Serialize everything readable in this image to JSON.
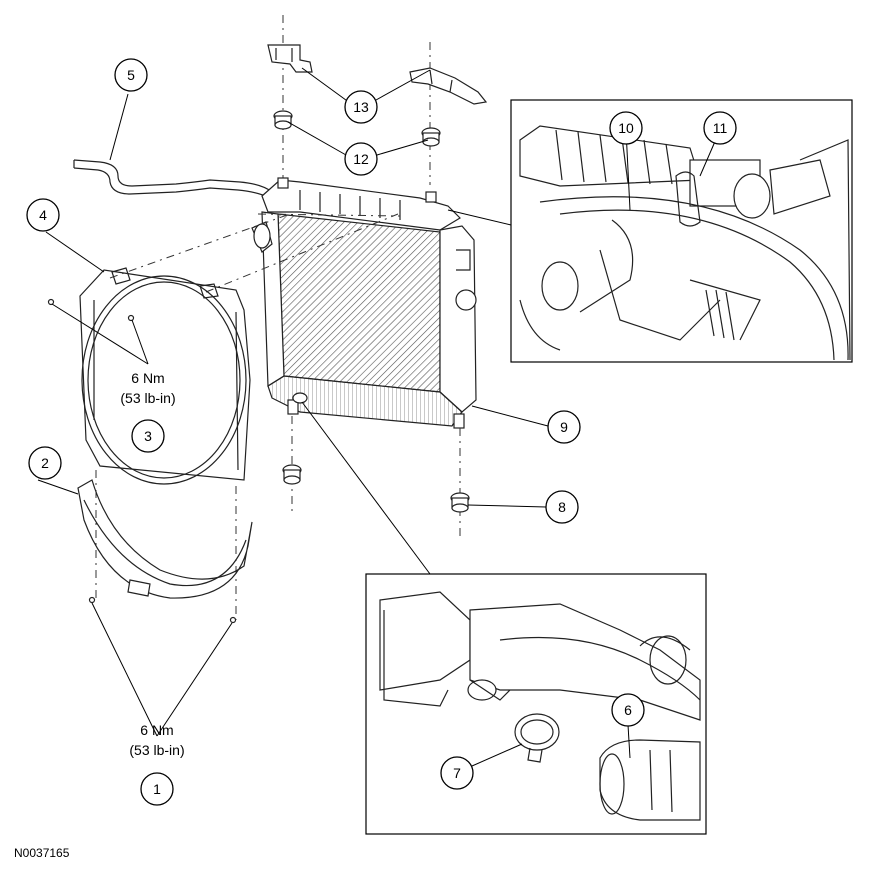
{
  "diagram_id": "N0037165",
  "torque_specs": {
    "shroud_upper": {
      "value": "6 Nm",
      "imperial": "(53 lb-in)",
      "callout": "3"
    },
    "shroud_lower": {
      "value": "6 Nm",
      "imperial": "(53 lb-in)",
      "callout": "1"
    }
  },
  "callouts": {
    "c1": "1",
    "c2": "2",
    "c3": "3",
    "c4": "4",
    "c5": "5",
    "c6": "6",
    "c7": "7",
    "c8": "8",
    "c9": "9",
    "c10": "10",
    "c11": "11",
    "c12": "12",
    "c13": "13"
  }
}
